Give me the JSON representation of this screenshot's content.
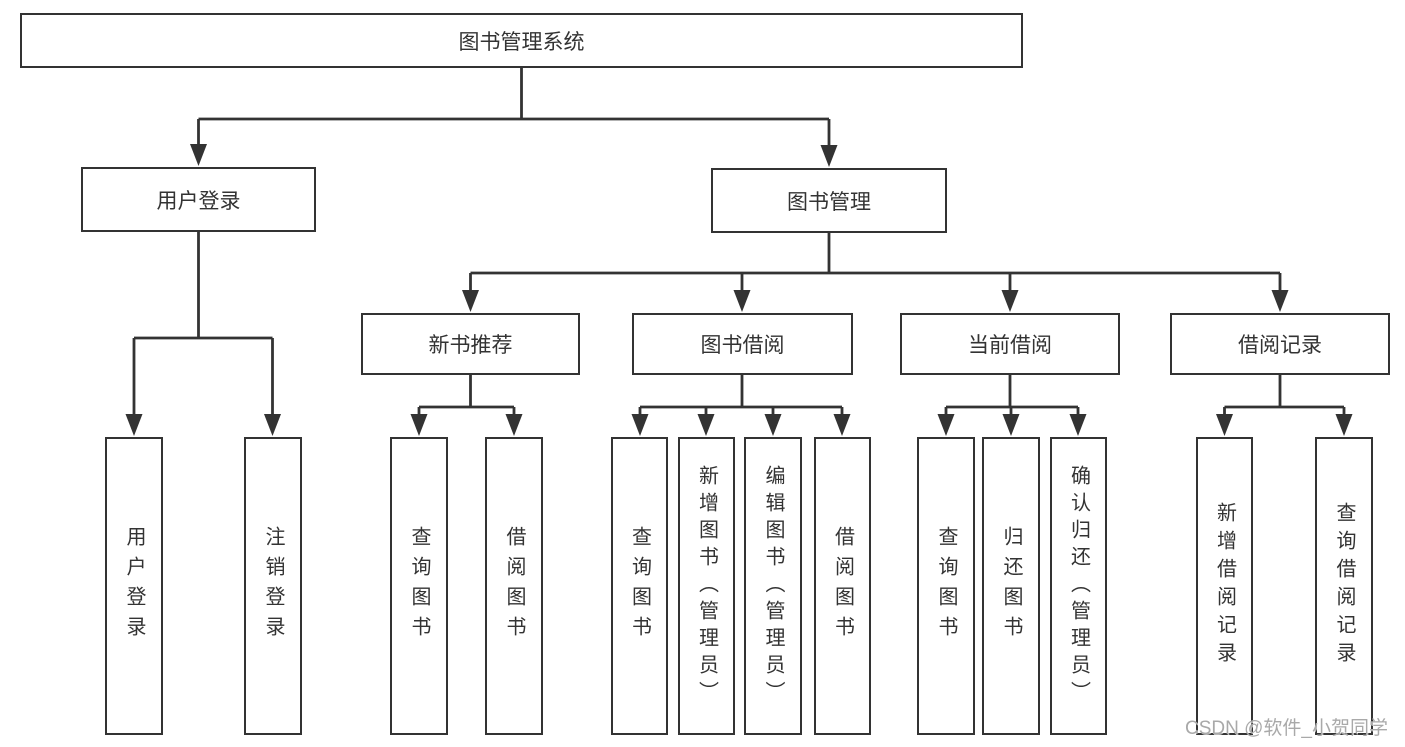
{
  "tree": {
    "label": "图书管理系统",
    "children": [
      {
        "label": "用户登录",
        "children": [
          {
            "label": "用户登录"
          },
          {
            "label": "注销登录"
          }
        ]
      },
      {
        "label": "图书管理",
        "children": [
          {
            "label": "新书推荐",
            "children": [
              {
                "label": "查询图书"
              },
              {
                "label": "借阅图书"
              }
            ]
          },
          {
            "label": "图书借阅",
            "children": [
              {
                "label": "查询图书"
              },
              {
                "label": "新增图书（管理员）"
              },
              {
                "label": "编辑图书（管理员）"
              },
              {
                "label": "借阅图书"
              }
            ]
          },
          {
            "label": "当前借阅",
            "children": [
              {
                "label": "查询图书"
              },
              {
                "label": "归还图书"
              },
              {
                "label": "确认归还（管理员）"
              }
            ]
          },
          {
            "label": "借阅记录",
            "children": [
              {
                "label": "新增借阅记录"
              },
              {
                "label": "查询借阅记录"
              }
            ]
          }
        ]
      }
    ]
  },
  "watermark": {
    "text": "CSDN @软件_小贺同学"
  },
  "colors": {
    "line": "#333333",
    "box_border": "#333333",
    "text": "#333333",
    "background": "#ffffff",
    "watermark": "#a9a9a9"
  }
}
